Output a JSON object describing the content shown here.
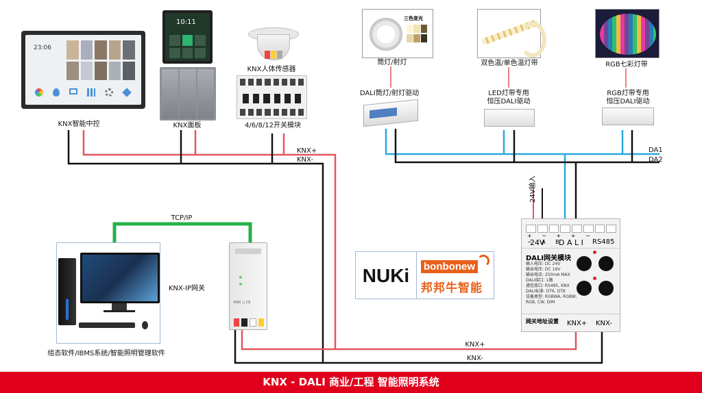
{
  "devices": {
    "knx_central": {
      "label": "KNX智能中控",
      "time": "23:06"
    },
    "knx_panel": {
      "label": "KNX面板",
      "time": "10:11"
    },
    "knx_sensor": {
      "label": "KNX人体传感器"
    },
    "knx_switch": {
      "label": "4/6/8/12开关模块"
    },
    "downlight": {
      "label": "筒灯/射灯",
      "badge_title": "三色变光"
    },
    "dali_driver1": {
      "label": "DALI筒灯/射灯驱动"
    },
    "led_strip": {
      "label": "双色温/单色温灯带"
    },
    "led_driver": {
      "label_line1": "LED灯带专用",
      "label_line2": "恒压DALI驱动"
    },
    "rgb_strip": {
      "label": "RGB七彩灯带"
    },
    "rgb_driver": {
      "label_line1": "RGB灯带专用",
      "label_line2": "恒压DALI驱动"
    },
    "pc": {
      "label": "组态软件/IBMS系统/智能照明管理软件"
    },
    "gateway": {
      "label": "KNX-IP网关"
    },
    "dali_gateway": {
      "title": "DALI网关模块",
      "terminal_24v": "24V",
      "terminal_dali": "D A L I",
      "terminal_rs485": "RS485",
      "specs": [
        "输入电压: DC 24V",
        "输出电压: DC 16V",
        "输出电流: 250mA MAX",
        "DALI接口: 1路",
        "通信接口: RS485, KNX",
        "DALI标准: DT6, DT8",
        "设备类型: RGBWA, RGBW,",
        "RGB, CW, DIM"
      ],
      "bottom_label": "网关地址设置",
      "knx_plus": "KNX+",
      "knx_minus": "KNX-"
    }
  },
  "wires": {
    "knx_plus_top": "KNX+",
    "knx_minus_top": "KNX-",
    "knx_plus_bottom": "KNX+",
    "knx_minus_bottom": "KNX-",
    "da1": "DA1",
    "da2": "DA2",
    "tcpip": "TCP/IP",
    "input_24v": "24V输入"
  },
  "logo": {
    "nuki": "NUKi",
    "bonbonew": "bonbonew",
    "cn": "邦邦牛智能"
  },
  "footer": {
    "title": "KNX - DALI 商业/工程 智能照明系统"
  },
  "colors": {
    "knx_plus": "#e4545e",
    "knx_minus": "#111111",
    "dali": "#29a8de",
    "tcpip": "#27b24a",
    "footer": "#e0001b"
  }
}
